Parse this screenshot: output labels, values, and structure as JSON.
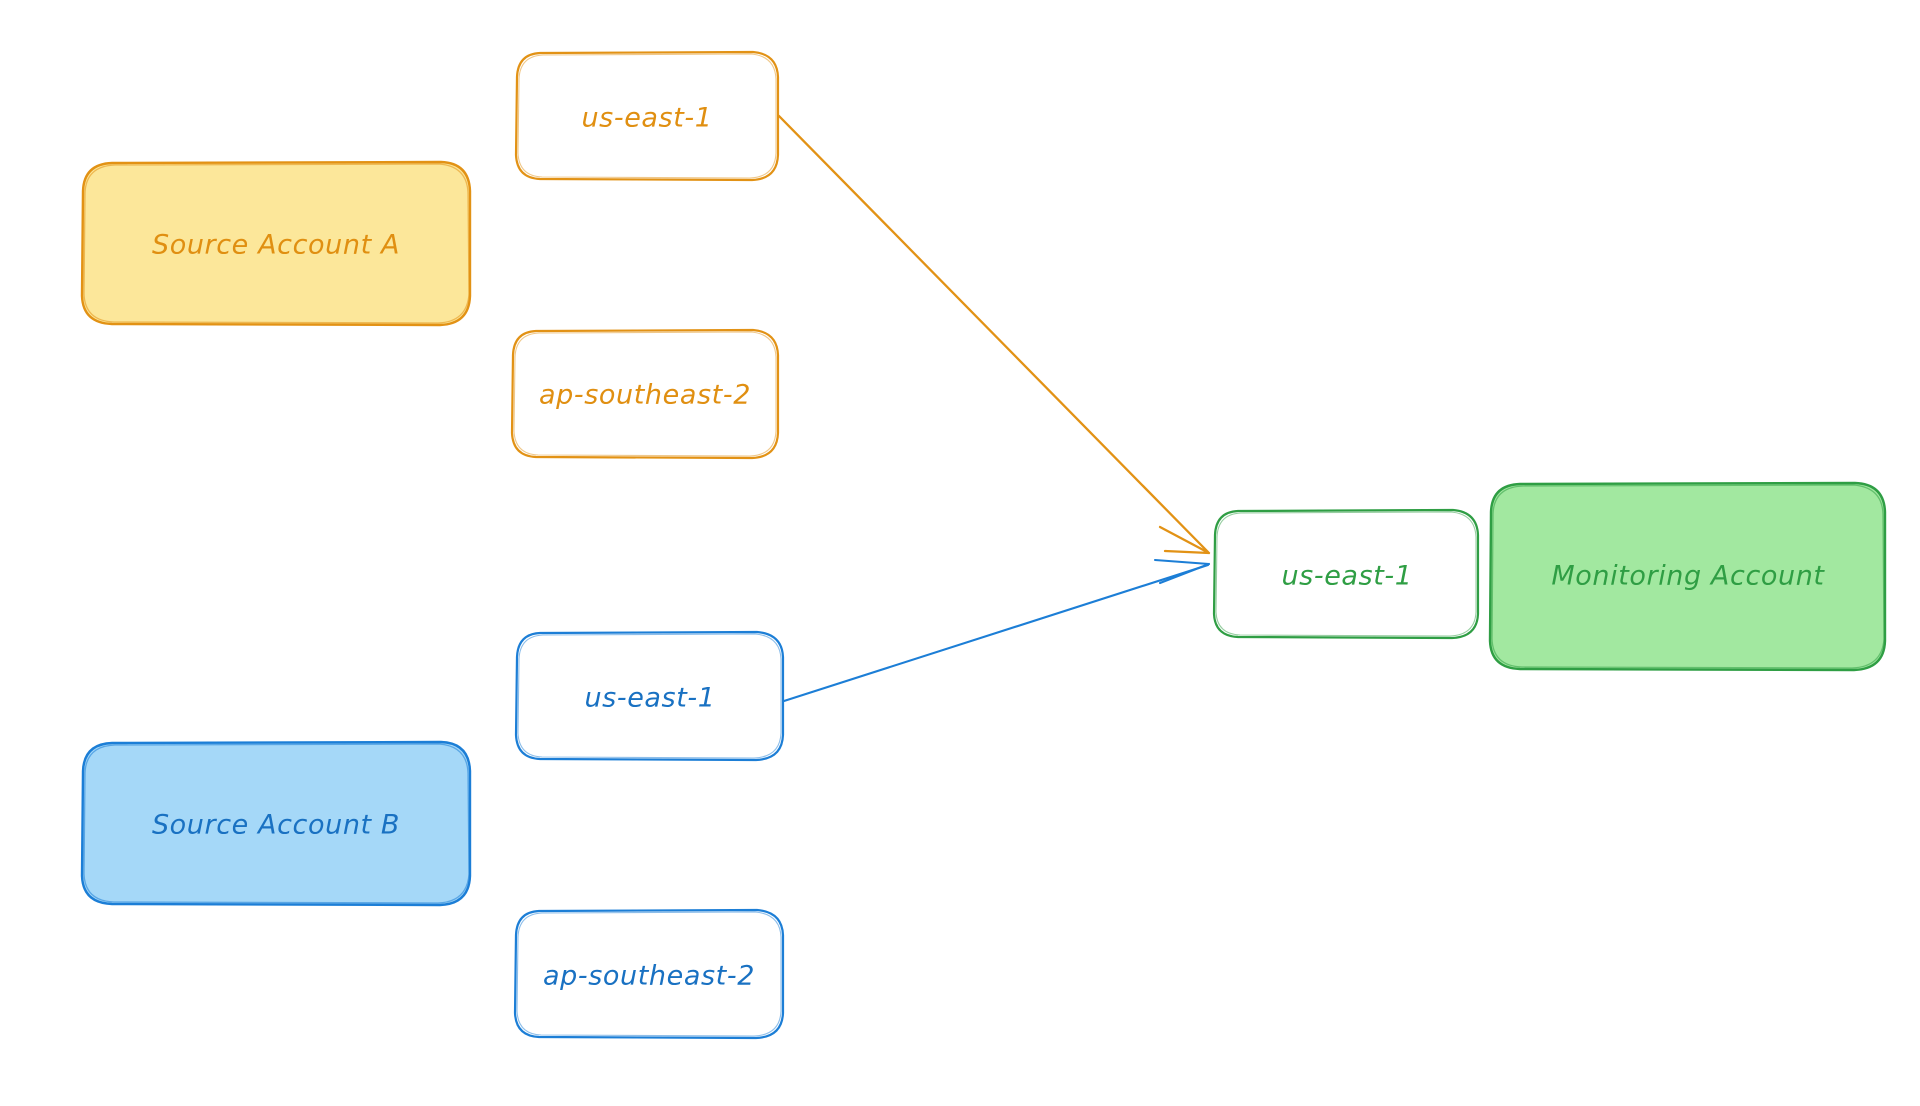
{
  "diagram": {
    "type": "architecture-flow",
    "title": "",
    "background": "#ffffff",
    "style": "hand-drawn",
    "palette": {
      "orange_stroke": "#e29215",
      "orange_fill": "#fce79a",
      "orange_text": "#e08f11",
      "blue_stroke": "#1c7ed6",
      "blue_fill": "#a5d8f8",
      "blue_text": "#1971c2",
      "green_stroke": "#2f9e44",
      "green_fill": "#a2e8a0",
      "green_text": "#2f9e44",
      "white_fill": "#ffffff"
    },
    "groups": [
      {
        "id": "source-account-a",
        "label": "Source Account A",
        "color": "orange",
        "regions": [
          {
            "id": "a-us-east-1",
            "label": "us-east-1"
          },
          {
            "id": "a-ap-southeast-2",
            "label": "ap-southeast-2"
          }
        ]
      },
      {
        "id": "source-account-b",
        "label": "Source Account B",
        "color": "blue",
        "regions": [
          {
            "id": "b-us-east-1",
            "label": "us-east-1"
          },
          {
            "id": "b-ap-southeast-2",
            "label": "ap-southeast-2"
          }
        ]
      },
      {
        "id": "monitoring-account",
        "label": "Monitoring Account",
        "color": "green",
        "regions": [
          {
            "id": "m-us-east-1",
            "label": "us-east-1"
          }
        ]
      }
    ],
    "connections": [
      {
        "id": "conn-a-to-monitoring",
        "from": "a-us-east-1",
        "to": "m-us-east-1",
        "color": "orange",
        "arrowhead": "end",
        "label": ""
      },
      {
        "id": "conn-b-to-monitoring",
        "from": "b-us-east-1",
        "to": "m-us-east-1",
        "color": "blue",
        "arrowhead": "end",
        "label": ""
      }
    ]
  }
}
